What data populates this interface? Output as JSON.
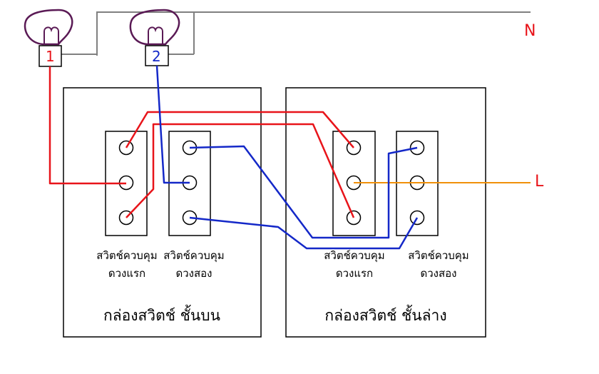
{
  "colors": {
    "background": "#ffffff",
    "outline": "#000000",
    "neutral_wire": "#808080",
    "lamp1_wire": "#e8141a",
    "lamp2_wire": "#1428c8",
    "live_wire": "#f0900a",
    "lamp_outline": "#5a1a55"
  },
  "labels": {
    "neutral": "N",
    "live": "L",
    "lamp1": "1",
    "lamp2": "2"
  },
  "upper_box": {
    "title": "กล่องสวิตช์ ชั้นบน",
    "switch1": {
      "line1": "สวิตช์ควบคุม",
      "line2": "ดวงแรก"
    },
    "switch2": {
      "line1": "สวิตช์ควบคุม",
      "line2": "ดวงสอง"
    }
  },
  "lower_box": {
    "title": "กล่องสวิตช์ ชั้นล่าง",
    "switch1": {
      "line1": "สวิตช์ควบคุม",
      "line2": "ดวงแรก"
    },
    "switch2": {
      "line1": "สวิตช์ควบคุม",
      "line2": "ดวงสอง"
    }
  }
}
